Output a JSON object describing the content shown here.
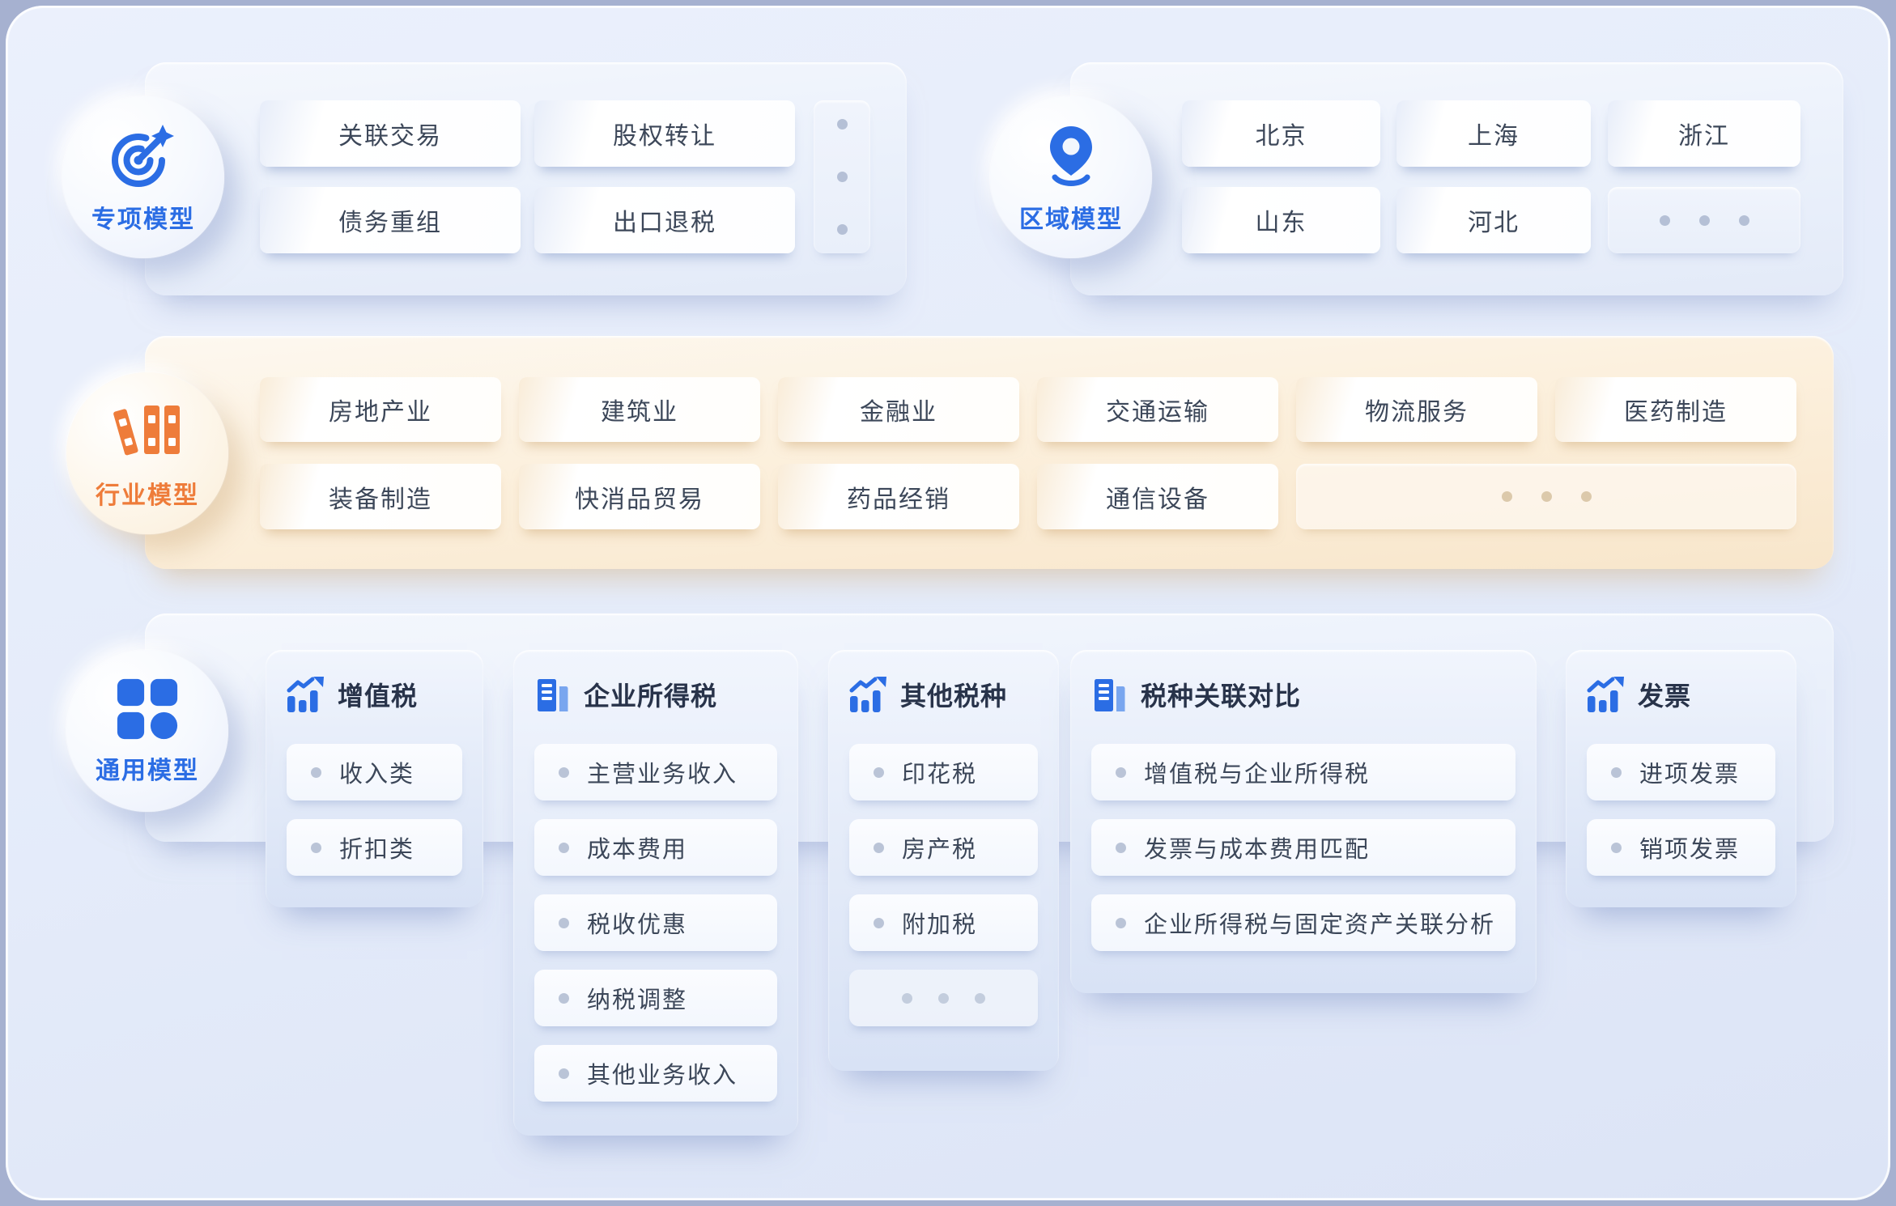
{
  "colors": {
    "accent_blue": "#2b6de4",
    "accent_orange": "#ee7c3a",
    "text_dark": "#3c4759",
    "title_dark": "#28334a",
    "canvas_edge": "#a6b1d0"
  },
  "icons": {
    "special": "target-dart-icon",
    "region": "map-pin-icon",
    "industry": "books-icon",
    "general": "grid-icon",
    "chart": "bar-chart-trend-icon",
    "building": "office-building-icon",
    "more": "ellipsis-dots-icon"
  },
  "special": {
    "label": "专项模型",
    "buttons": [
      "关联交易",
      "股权转让",
      "债务重组",
      "出口退税"
    ]
  },
  "region": {
    "label": "区域模型",
    "buttons": [
      "北京",
      "上海",
      "浙江",
      "山东",
      "河北"
    ]
  },
  "industry": {
    "label": "行业模型",
    "buttons": [
      "房地产业",
      "建筑业",
      "金融业",
      "交通运输",
      "物流服务",
      "医药制造",
      "装备制造",
      "快消品贸易",
      "药品经销",
      "通信设备"
    ]
  },
  "general": {
    "label": "通用模型",
    "cards": [
      {
        "title": "增值税",
        "icon": "bar-chart-trend-icon",
        "items": [
          "收入类",
          "折扣类"
        ]
      },
      {
        "title": "企业所得税",
        "icon": "office-building-icon",
        "items": [
          "主营业务收入",
          "成本费用",
          "税收优惠",
          "纳税调整",
          "其他业务收入"
        ]
      },
      {
        "title": "其他税种",
        "icon": "bar-chart-trend-icon",
        "items": [
          "印花税",
          "房产税",
          "附加税"
        ]
      },
      {
        "title": "税种关联对比",
        "icon": "office-building-icon",
        "items": [
          "增值税与企业所得税",
          "发票与成本费用匹配",
          "企业所得税与固定资产关联分析"
        ]
      },
      {
        "title": "发票",
        "icon": "bar-chart-trend-icon",
        "items": [
          "进项发票",
          "销项发票"
        ]
      }
    ]
  }
}
